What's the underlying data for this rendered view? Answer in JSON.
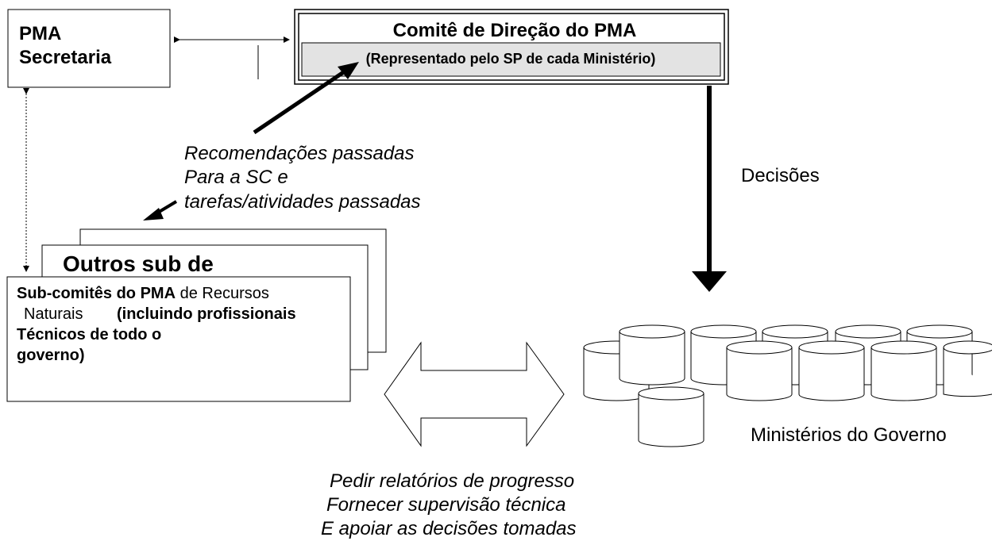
{
  "secretariat": {
    "line1": "PMA",
    "line2": "Secretaria"
  },
  "steering_committee": {
    "title": "Comitê de Direção do PMA",
    "subtitle": "(Representado pelo SP de cada Ministério)"
  },
  "recommendations": {
    "line1": "Recomendações passadas",
    "line2": "Para a SC e",
    "line3": "tarefas/atividades passadas"
  },
  "decisions_label": "Decisões",
  "other_subcommittees": "Outros sub de",
  "subcommittees": {
    "bold_part1": "Sub-comitês do PMA",
    "normal_part1": " de Recursos",
    "normal_part2": "Naturais",
    "bold_part2": "(incluindo profissionais",
    "bold_line3": "Técnicos de todo o",
    "bold_line4": "governo)"
  },
  "ministries_label": "Ministérios do Governo",
  "bottom_note": {
    "line1": "Pedir relatórios de progresso",
    "line2": "Fornecer supervisão técnica",
    "line3": "E apoiar as decisões tomadas"
  },
  "ministry_icons": [
    "database-icon",
    "database-icon",
    "database-icon",
    "database-icon",
    "database-icon",
    "database-icon",
    "database-icon",
    "database-icon",
    "database-icon",
    "database-icon",
    "database-icon"
  ]
}
